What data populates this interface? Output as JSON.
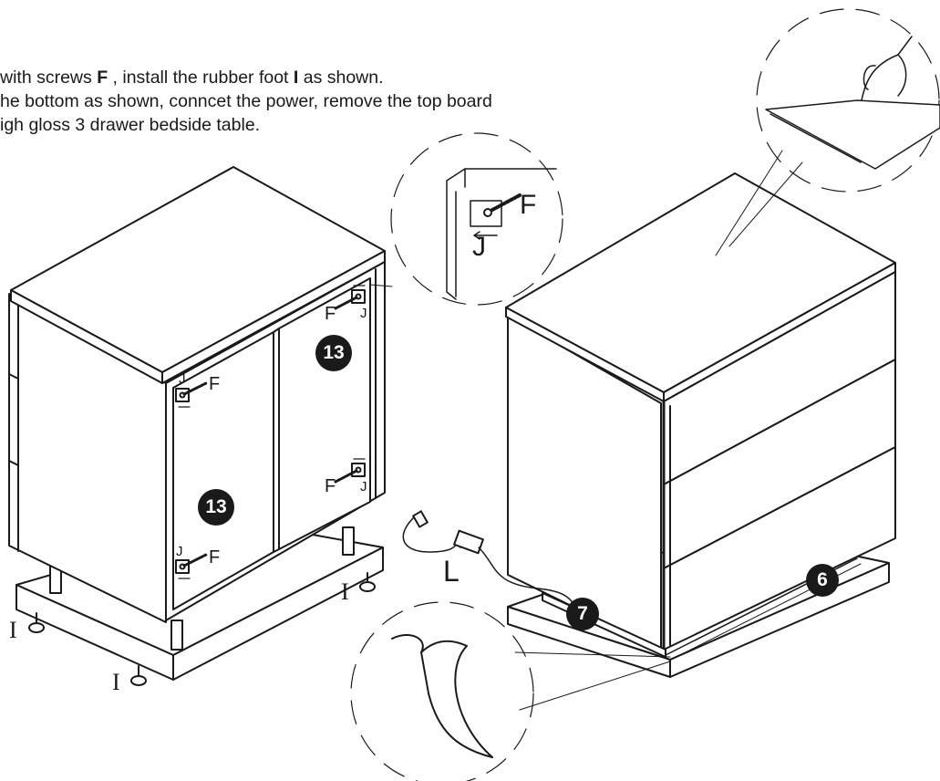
{
  "instructions": {
    "line1": {
      "pre": "with screws ",
      "b1": "F",
      "mid": " , install the rubber foot ",
      "b2": "I",
      "post": " as shown."
    },
    "line2": "he bottom as shown, conncet the power, remove the top board",
    "line3": "igh gloss 3 drawer bedside table."
  },
  "labels": {
    "screw": "F",
    "bracket": "J",
    "foot": "I",
    "power_adapter": "L",
    "back_panel": "13",
    "led_strip": "6",
    "led_controller": "7"
  }
}
